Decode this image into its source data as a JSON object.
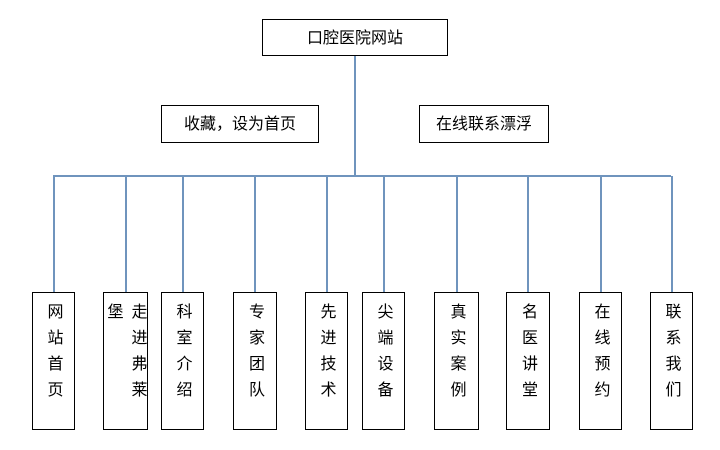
{
  "root": {
    "label": "口腔医院网站"
  },
  "side_notes": [
    {
      "label": "收藏，设为首页"
    },
    {
      "label": "在线联系漂浮"
    }
  ],
  "children": [
    {
      "label": "网站首页"
    },
    {
      "label": "走进弗莱堡"
    },
    {
      "label": "科室介绍"
    },
    {
      "label": "专家团队"
    },
    {
      "label": "先进技术"
    },
    {
      "label": "尖端设备"
    },
    {
      "label": "真实案例"
    },
    {
      "label": "名医讲堂"
    },
    {
      "label": "在线预约"
    },
    {
      "label": "联系我们"
    }
  ],
  "colors": {
    "connector": "#6f94bd",
    "border": "#000000",
    "text": "#000000"
  }
}
